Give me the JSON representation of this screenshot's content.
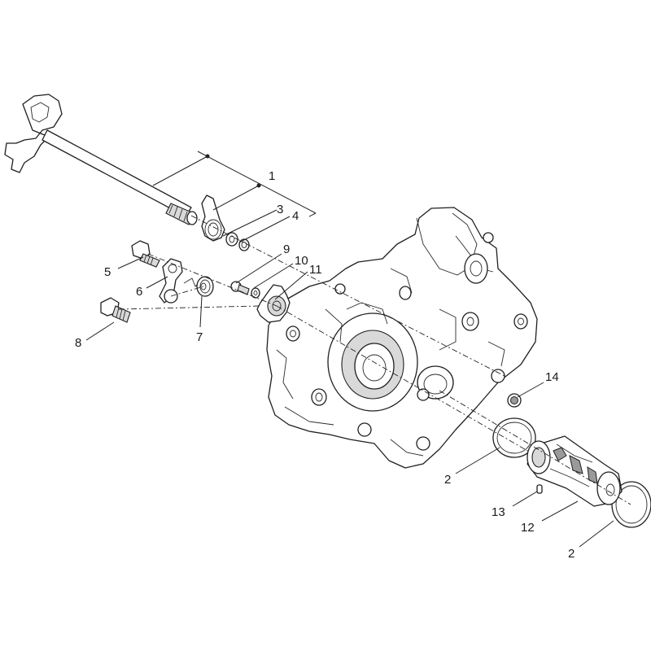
{
  "diagram": {
    "callouts": [
      {
        "id": "1",
        "text": "1"
      },
      {
        "id": "2a",
        "text": "2"
      },
      {
        "id": "2b",
        "text": "2"
      },
      {
        "id": "3",
        "text": "3"
      },
      {
        "id": "4",
        "text": "4"
      },
      {
        "id": "5",
        "text": "5"
      },
      {
        "id": "6",
        "text": "6"
      },
      {
        "id": "7",
        "text": "7"
      },
      {
        "id": "8",
        "text": "8"
      },
      {
        "id": "9",
        "text": "9"
      },
      {
        "id": "10",
        "text": "10"
      },
      {
        "id": "11",
        "text": "11"
      },
      {
        "id": "12",
        "text": "12"
      },
      {
        "id": "13",
        "text": "13"
      },
      {
        "id": "14",
        "text": "14"
      }
    ]
  }
}
